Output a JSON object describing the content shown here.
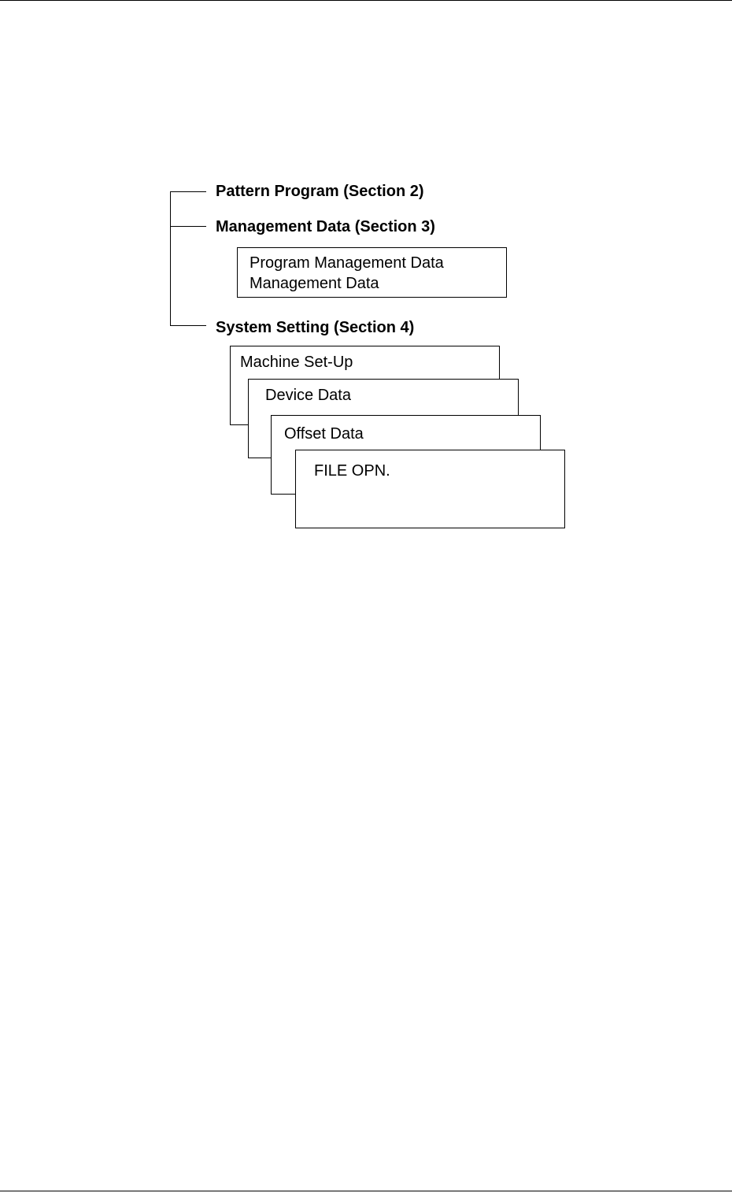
{
  "tree": {
    "sections": [
      {
        "label": "Pattern Program (Section 2)"
      },
      {
        "label": "Management Data (Section 3)",
        "items": [
          "Program Management Data",
          "Management Data"
        ]
      },
      {
        "label": "System Setting (Section 4)",
        "cards": [
          "Machine Set-Up",
          "Device Data",
          "Offset Data",
          "FILE OPN."
        ]
      }
    ]
  }
}
